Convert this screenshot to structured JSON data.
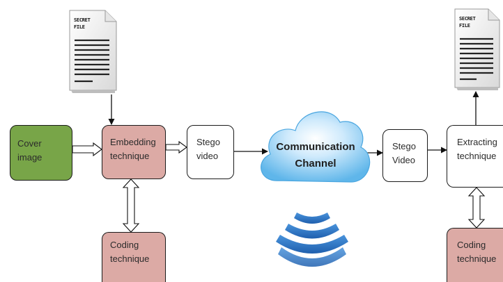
{
  "nodes": {
    "cover": {
      "line1": "Cover",
      "line2": "image"
    },
    "embedding": {
      "line1": "Embedding",
      "line2": "technique"
    },
    "stego_video_left": {
      "line1": "Stego",
      "line2": "video"
    },
    "cloud": {
      "line1": "Communication",
      "line2": "Channel"
    },
    "stego_video_right": {
      "line1": "Stego",
      "line2": "Video"
    },
    "extracting": {
      "line1": "Extracting",
      "line2": "technique"
    },
    "coding_left": {
      "line1": "Coding",
      "line2": "technique"
    },
    "coding_right": {
      "line1": "Coding",
      "line2": "technique"
    }
  },
  "documents": {
    "secret_file_left": {
      "line1": "SECRET",
      "line2": "FILE"
    },
    "secret_file_right": {
      "line1": "SECRET",
      "line2": "FILE"
    }
  },
  "colors": {
    "cover_fill": "#78a548",
    "technique_fill": "#dcaaa5",
    "cloud_fill": "#5fb6ea",
    "wifi_fill": "#2f78c4"
  }
}
